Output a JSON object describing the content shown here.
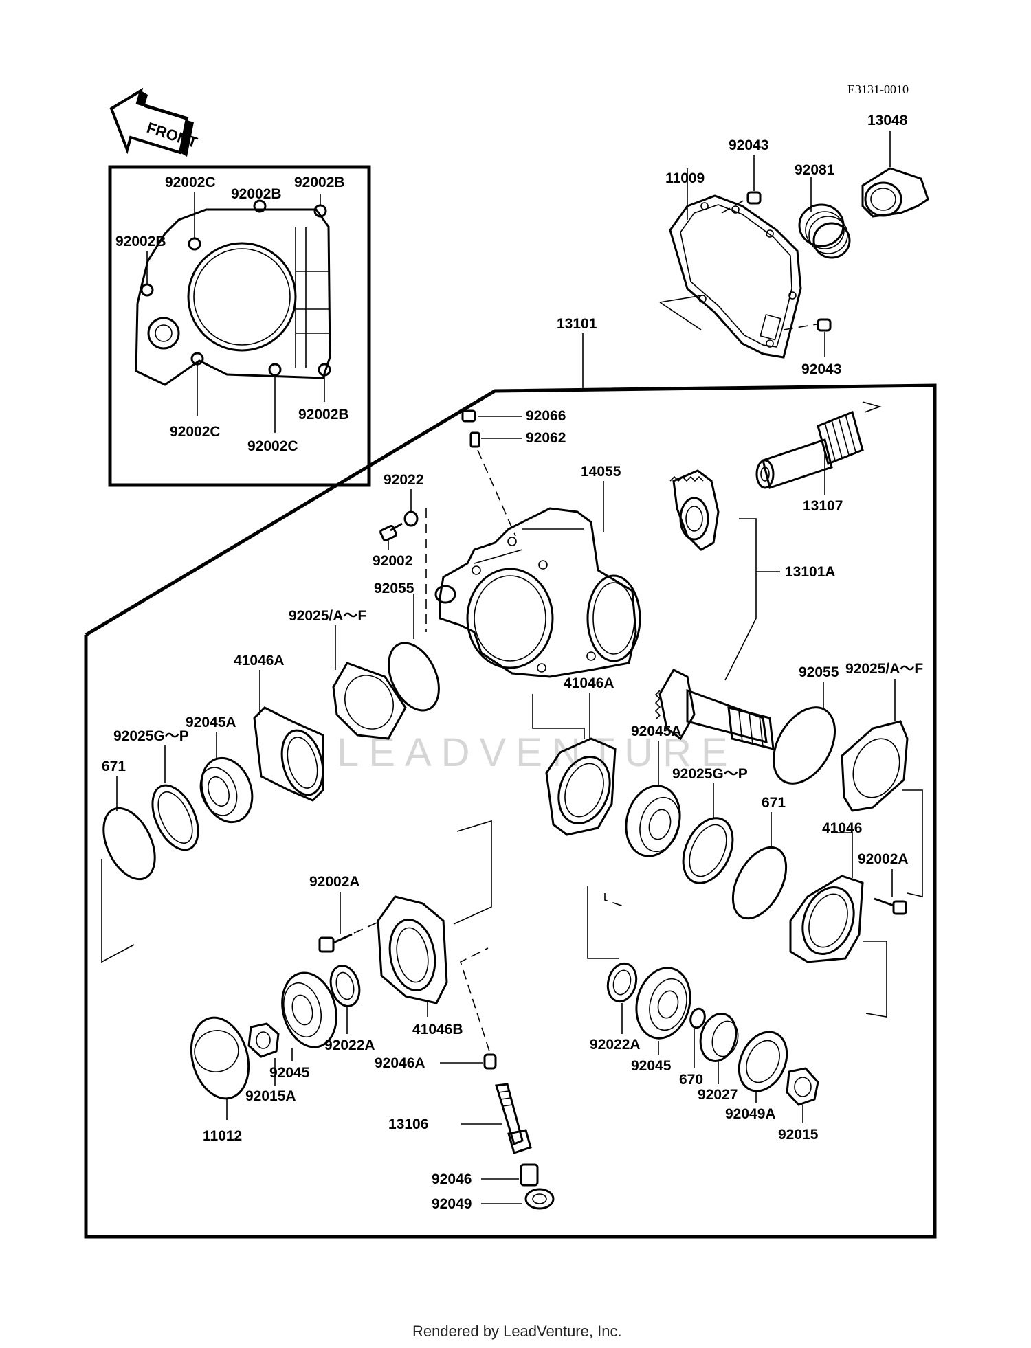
{
  "diagram": {
    "code": "E3131-0010",
    "front_label": "FRONT",
    "watermark": "LEADVENTURE",
    "footer": "Rendered by LeadVenture, Inc."
  },
  "labels": {
    "p92002C_a": "92002C",
    "p92002B_a": "92002B",
    "p92002B_b": "92002B",
    "p92002B_c": "92002B",
    "p92002C_b": "92002C",
    "p92002C_c": "92002C",
    "p92002B_d": "92002B",
    "p11009": "11009",
    "p92043_a": "92043",
    "p92081": "92081",
    "p13048": "13048",
    "p92043_b": "92043",
    "p13101": "13101",
    "p92066": "92066",
    "p92062": "92062",
    "p92022": "92022",
    "p14055": "14055",
    "p13107": "13107",
    "p92002": "92002",
    "p13101A": "13101A",
    "p92055_a": "92055",
    "p92025AF_a": "92025/A～F",
    "p41046A_a": "41046A",
    "p92045A_a": "92045A",
    "p92025GP_a": "92025G～P",
    "p671_a": "671",
    "p92055_b": "92055",
    "p92025AF_b": "92025/A～F",
    "p41046A_b": "41046A",
    "p92045A_b": "92045A",
    "p92025GP_b": "92025G～P",
    "p671_b": "671",
    "p41046": "41046",
    "p92002A_a": "92002A",
    "p92002A_b": "92002A",
    "p41046B": "41046B",
    "p92022A_a": "92022A",
    "p92045_a": "92045",
    "p92015A": "92015A",
    "p11012": "11012",
    "p92046A": "92046A",
    "p13106": "13106",
    "p92046": "92046",
    "p92049": "92049",
    "p92022A_b": "92022A",
    "p92045_b": "92045",
    "p670": "670",
    "p92027": "92027",
    "p92049A": "92049A",
    "p92015": "92015"
  }
}
